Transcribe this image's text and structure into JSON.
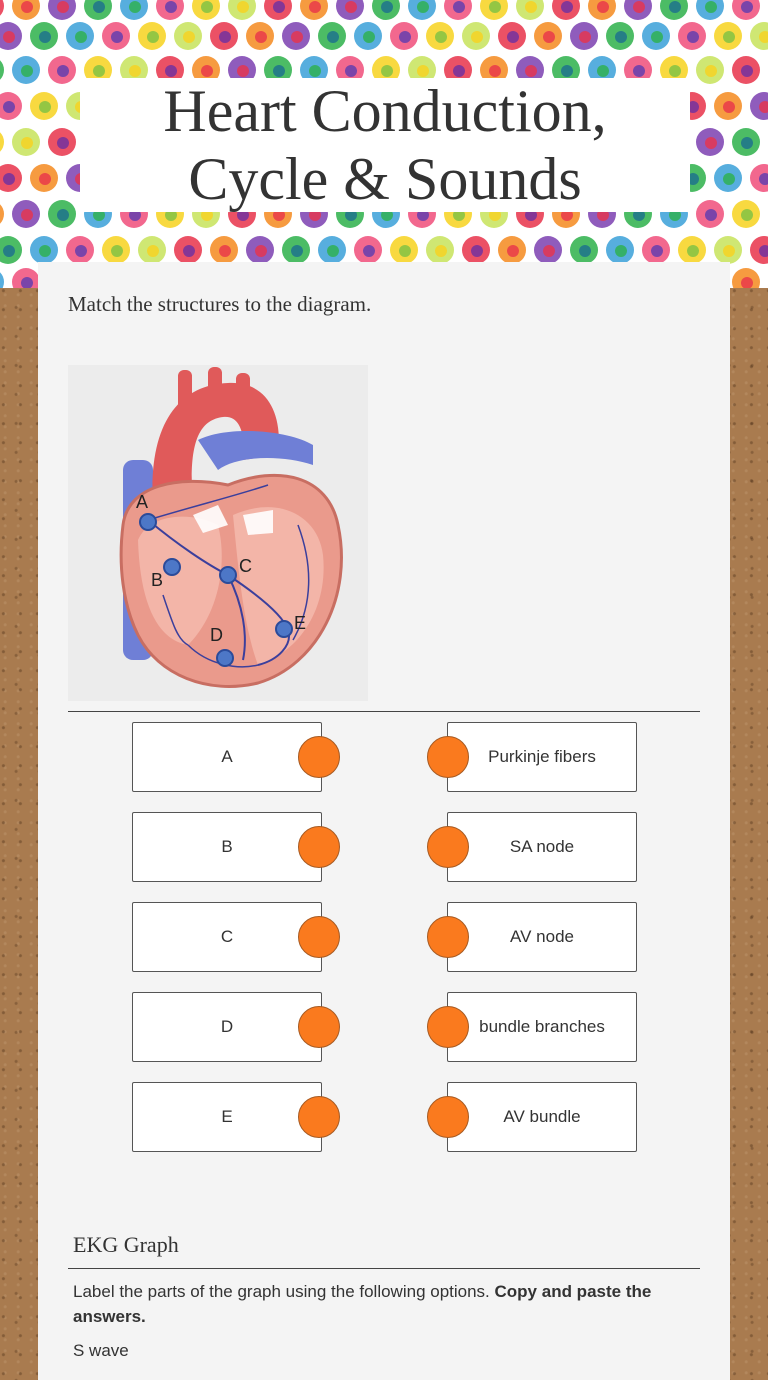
{
  "header": {
    "title_line1": "Heart Conduction,",
    "title_line2": "Cycle & Sounds"
  },
  "matching": {
    "instruction": "Match the structures to the diagram.",
    "diagram_labels": [
      "A",
      "B",
      "C",
      "D",
      "E"
    ],
    "left": [
      "A",
      "B",
      "C",
      "D",
      "E"
    ],
    "right": [
      "Purkinje fibers",
      "SA node",
      "AV node",
      "bundle branches",
      "AV bundle"
    ]
  },
  "ekg": {
    "title": "EKG Graph",
    "instruction_plain": "Label the parts of the graph using the following options. ",
    "instruction_bold": "Copy and paste the answers.",
    "options": [
      "S wave"
    ]
  },
  "colors": {
    "connector": "#fa7a1e",
    "sheet": "#f4f4f4",
    "cork": "#a97b4f"
  }
}
